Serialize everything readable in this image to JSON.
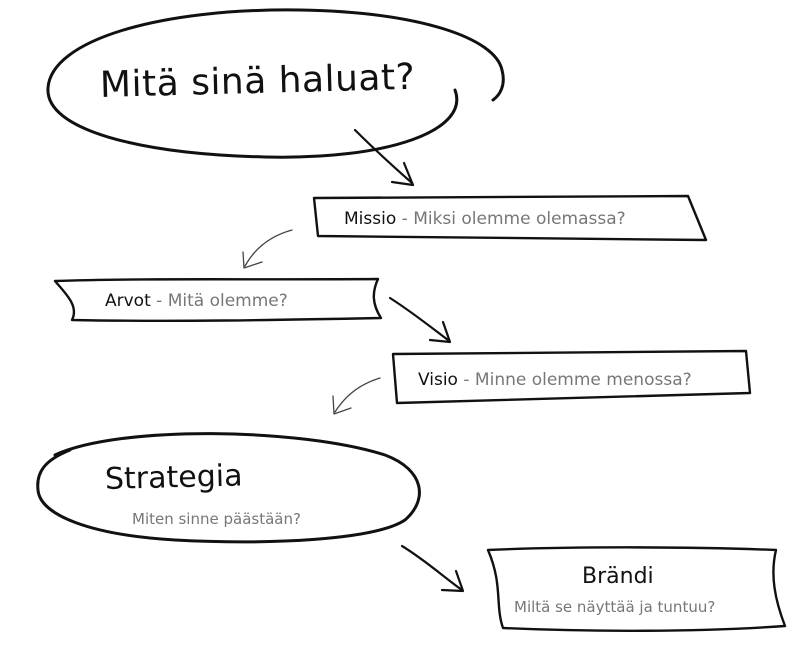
{
  "title": "Mitä sinä haluat?",
  "mission": {
    "term": "Missio",
    "question": "Miksi olemme olemassa?"
  },
  "values": {
    "term": "Arvot",
    "question": "Mitä olemme?"
  },
  "vision": {
    "term": "Visio",
    "question": "Minne olemme menossa?"
  },
  "strategy": {
    "term": "Strategia",
    "question": "Miten sinne päästään?"
  },
  "brand": {
    "term": "Brändi",
    "question": "Miltä se näyttää ja tuntuu?"
  },
  "separator": "-",
  "colors": {
    "ink": "#111111",
    "muted": "#777777",
    "background": "#ffffff"
  }
}
